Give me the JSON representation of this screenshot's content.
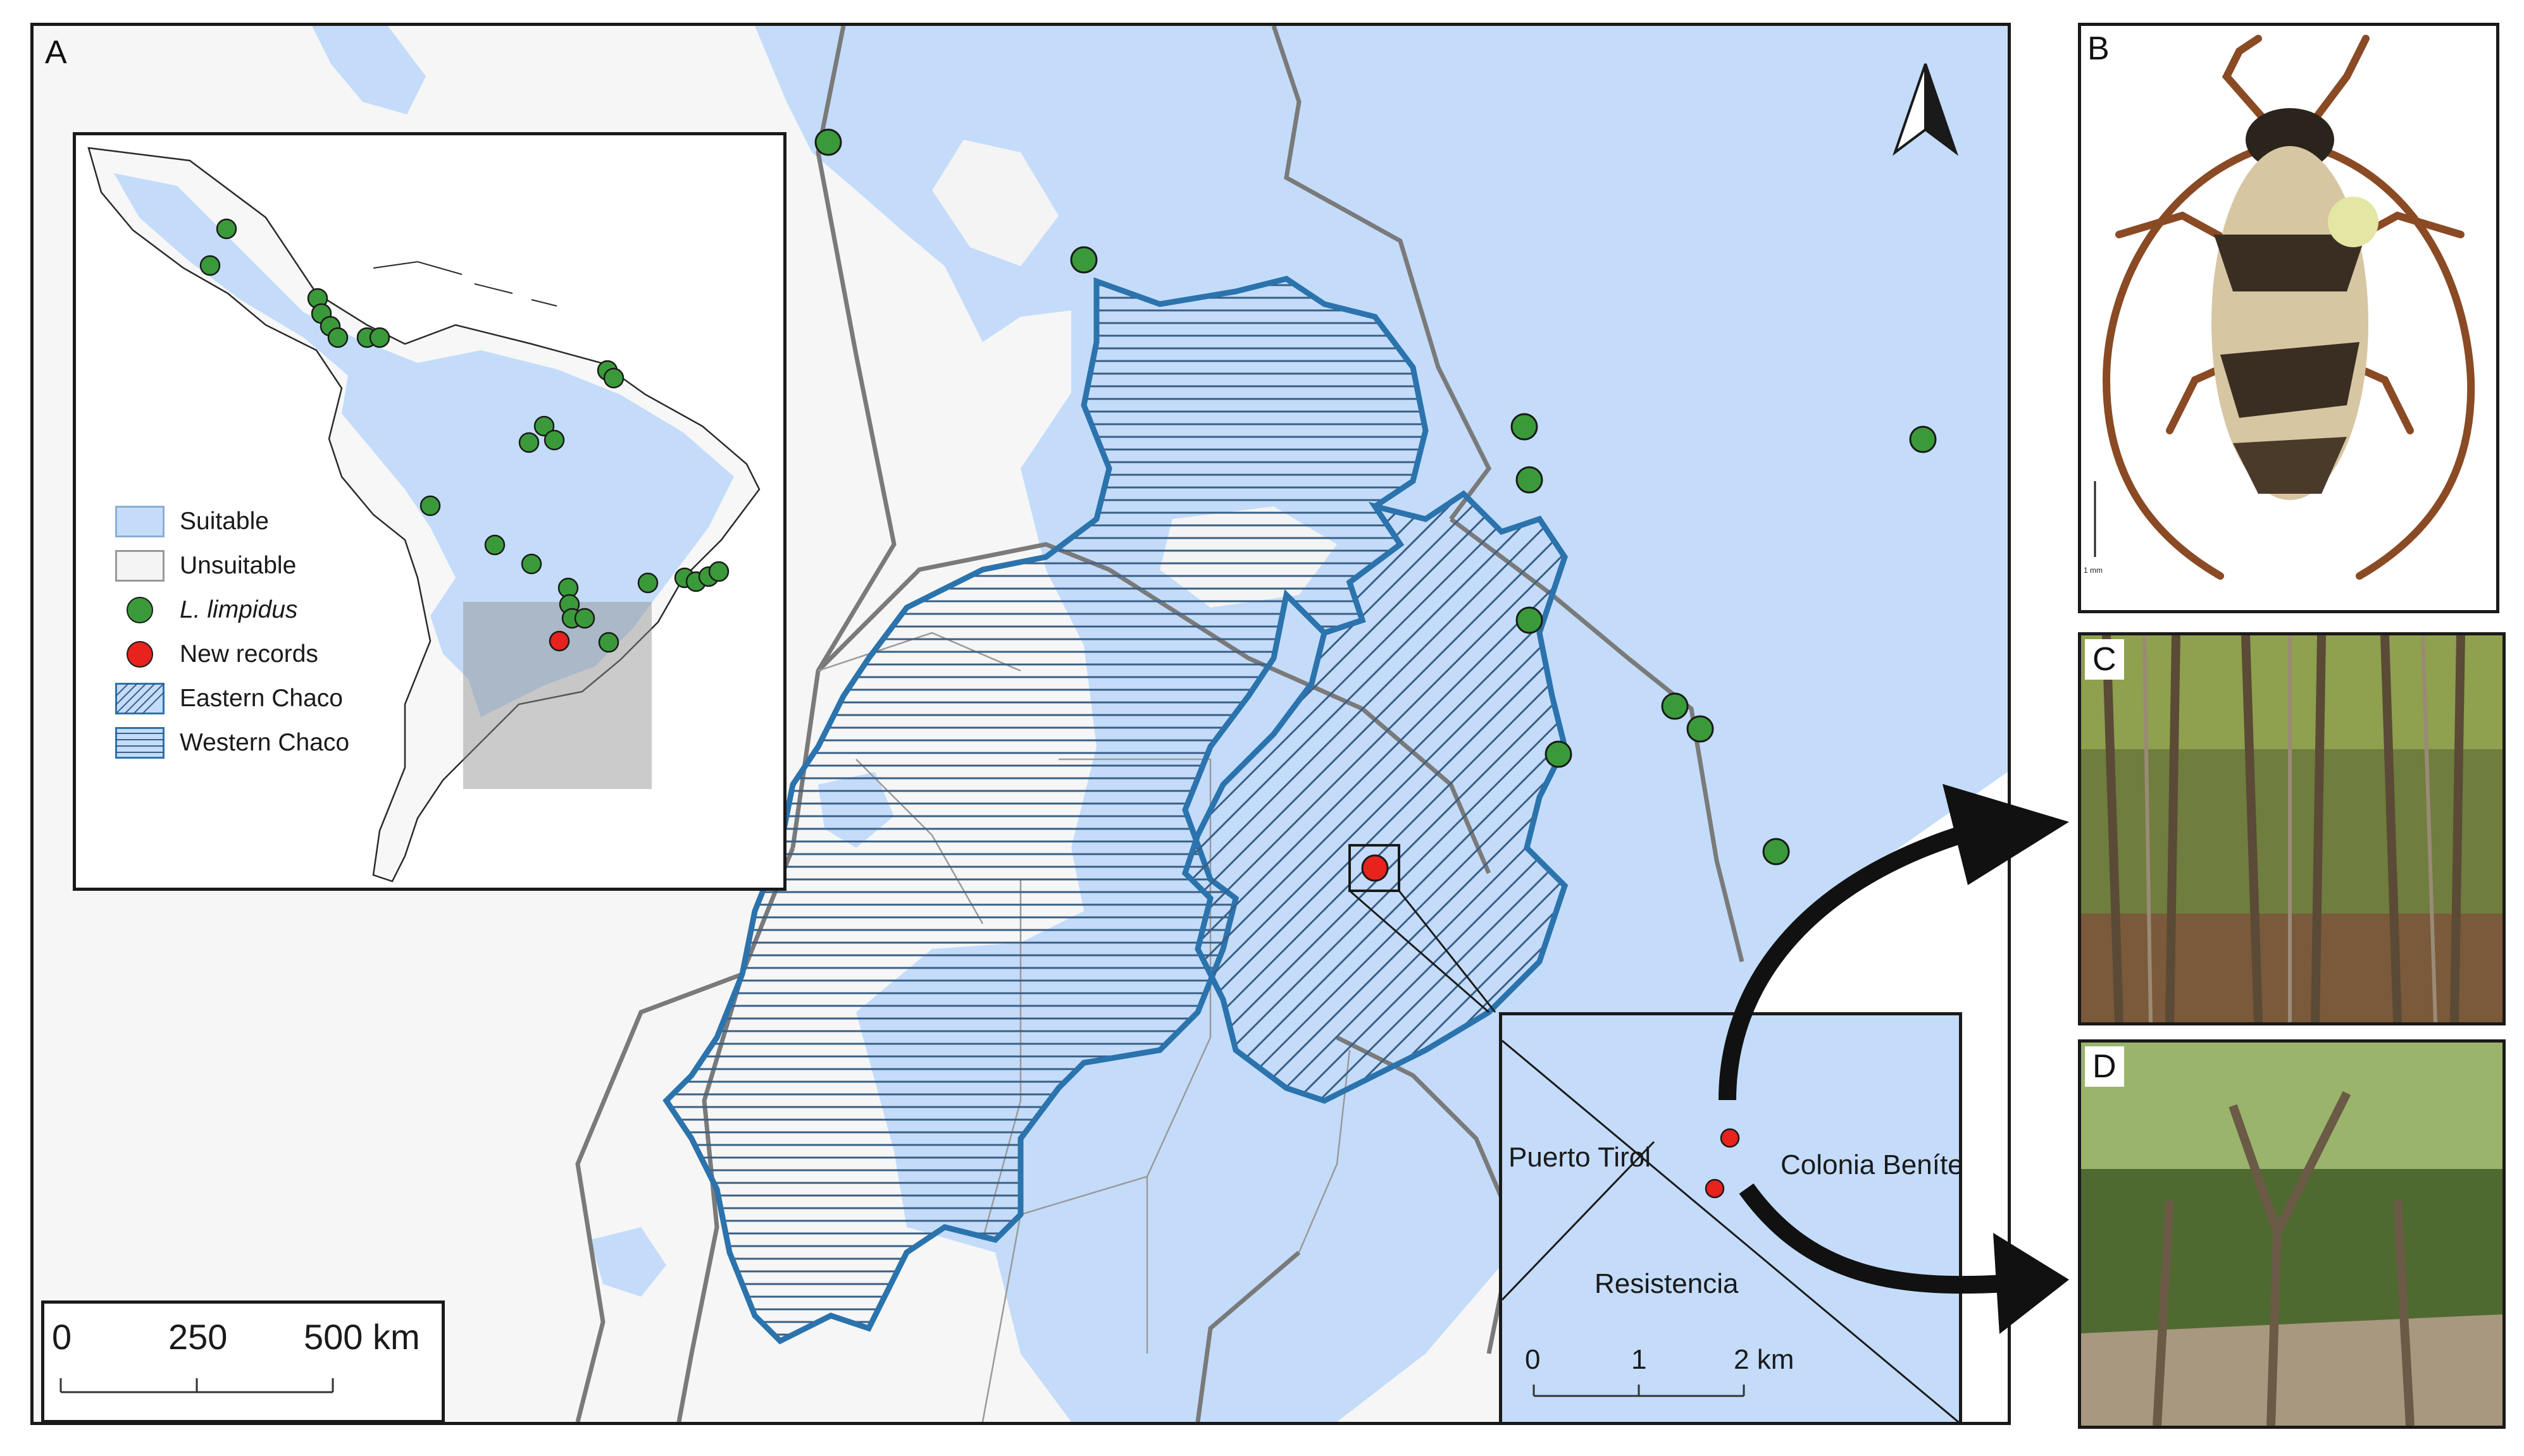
{
  "panels": {
    "a": {
      "letter": "A"
    },
    "b": {
      "letter": "B"
    },
    "c": {
      "letter": "C"
    },
    "d": {
      "letter": "D"
    }
  },
  "legend": {
    "items": [
      {
        "label": "Suitable",
        "kind": "suitable"
      },
      {
        "label": "Unsuitable",
        "kind": "unsuitable"
      },
      {
        "label": "L. limpidus",
        "kind": "green-dot",
        "italic": true
      },
      {
        "label": "New records",
        "kind": "red-dot"
      },
      {
        "label": "Eastern Chaco",
        "kind": "diag-hatch"
      },
      {
        "label": "Western Chaco",
        "kind": "horiz-hatch"
      }
    ]
  },
  "scale_bar": {
    "ticks": [
      "0",
      "250",
      "500 km"
    ]
  },
  "local_inset": {
    "places": [
      "Puerto Tirol",
      "Colonia Benítez",
      "Resistencia"
    ],
    "scale_ticks": [
      "0",
      "1",
      "2 km"
    ]
  },
  "specimen_scale_text": "1 mm",
  "colors": {
    "suitable": "#c4dcfa",
    "unsuitable": "#f4f4f4",
    "occurrence": "#3a9a3a",
    "new_record": "#e8221c",
    "chaco_outline": "#2b73ad",
    "border": "#777777"
  },
  "icons": {
    "north_arrow": "north-arrow-icon"
  }
}
